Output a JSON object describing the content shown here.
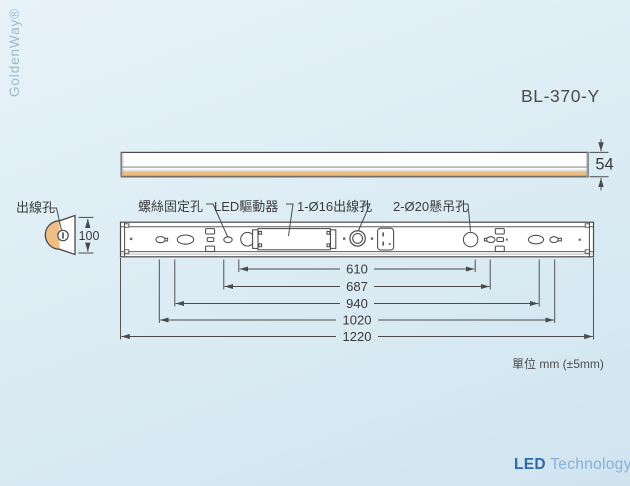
{
  "watermark": "GoldenWay®",
  "title": "BL-370-Y",
  "units_note": "單位 mm (±5mm)",
  "logo": {
    "led": "LED",
    "tech": "Technology"
  },
  "labels": {
    "end_outlet": "出線孔",
    "screw_fix": "螺絲固定孔",
    "led_driver": "LED驅動器",
    "outlet_16": "1-Ø16出線孔",
    "hanging_20": "2-Ø20懸吊孔"
  },
  "dimensions": {
    "side_height": "54",
    "end_height": "100",
    "lengths": [
      "610",
      "687",
      "940",
      "1020",
      "1220"
    ]
  },
  "colors": {
    "background": "#dcecf4",
    "line": "#4a4a4a",
    "strip_orange": "#ecbc82",
    "logo_blue": "#2e68a8",
    "logo_blue_light": "#8ab0d6",
    "watermark_blue": "#9cbacf"
  }
}
